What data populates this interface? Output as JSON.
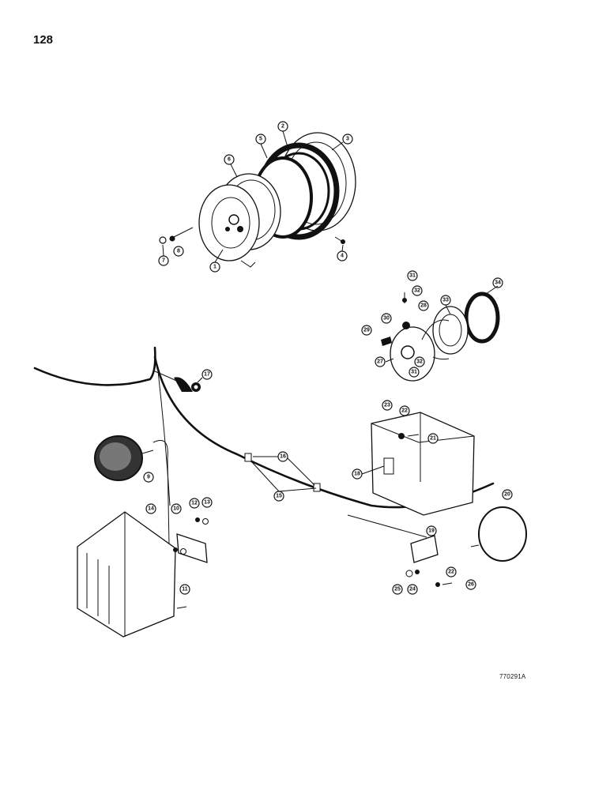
{
  "page": {
    "number": "128",
    "drawing_code": "770291A"
  },
  "callouts": [
    "1",
    "2",
    "3",
    "4",
    "5",
    "6",
    "7",
    "8",
    "9",
    "10",
    "11",
    "12",
    "13",
    "14",
    "15",
    "16",
    "17",
    "18",
    "19",
    "20",
    "21",
    "22",
    "23",
    "24",
    "25",
    "26",
    "27",
    "28",
    "29",
    "30",
    "31",
    "32",
    "33",
    "34"
  ]
}
